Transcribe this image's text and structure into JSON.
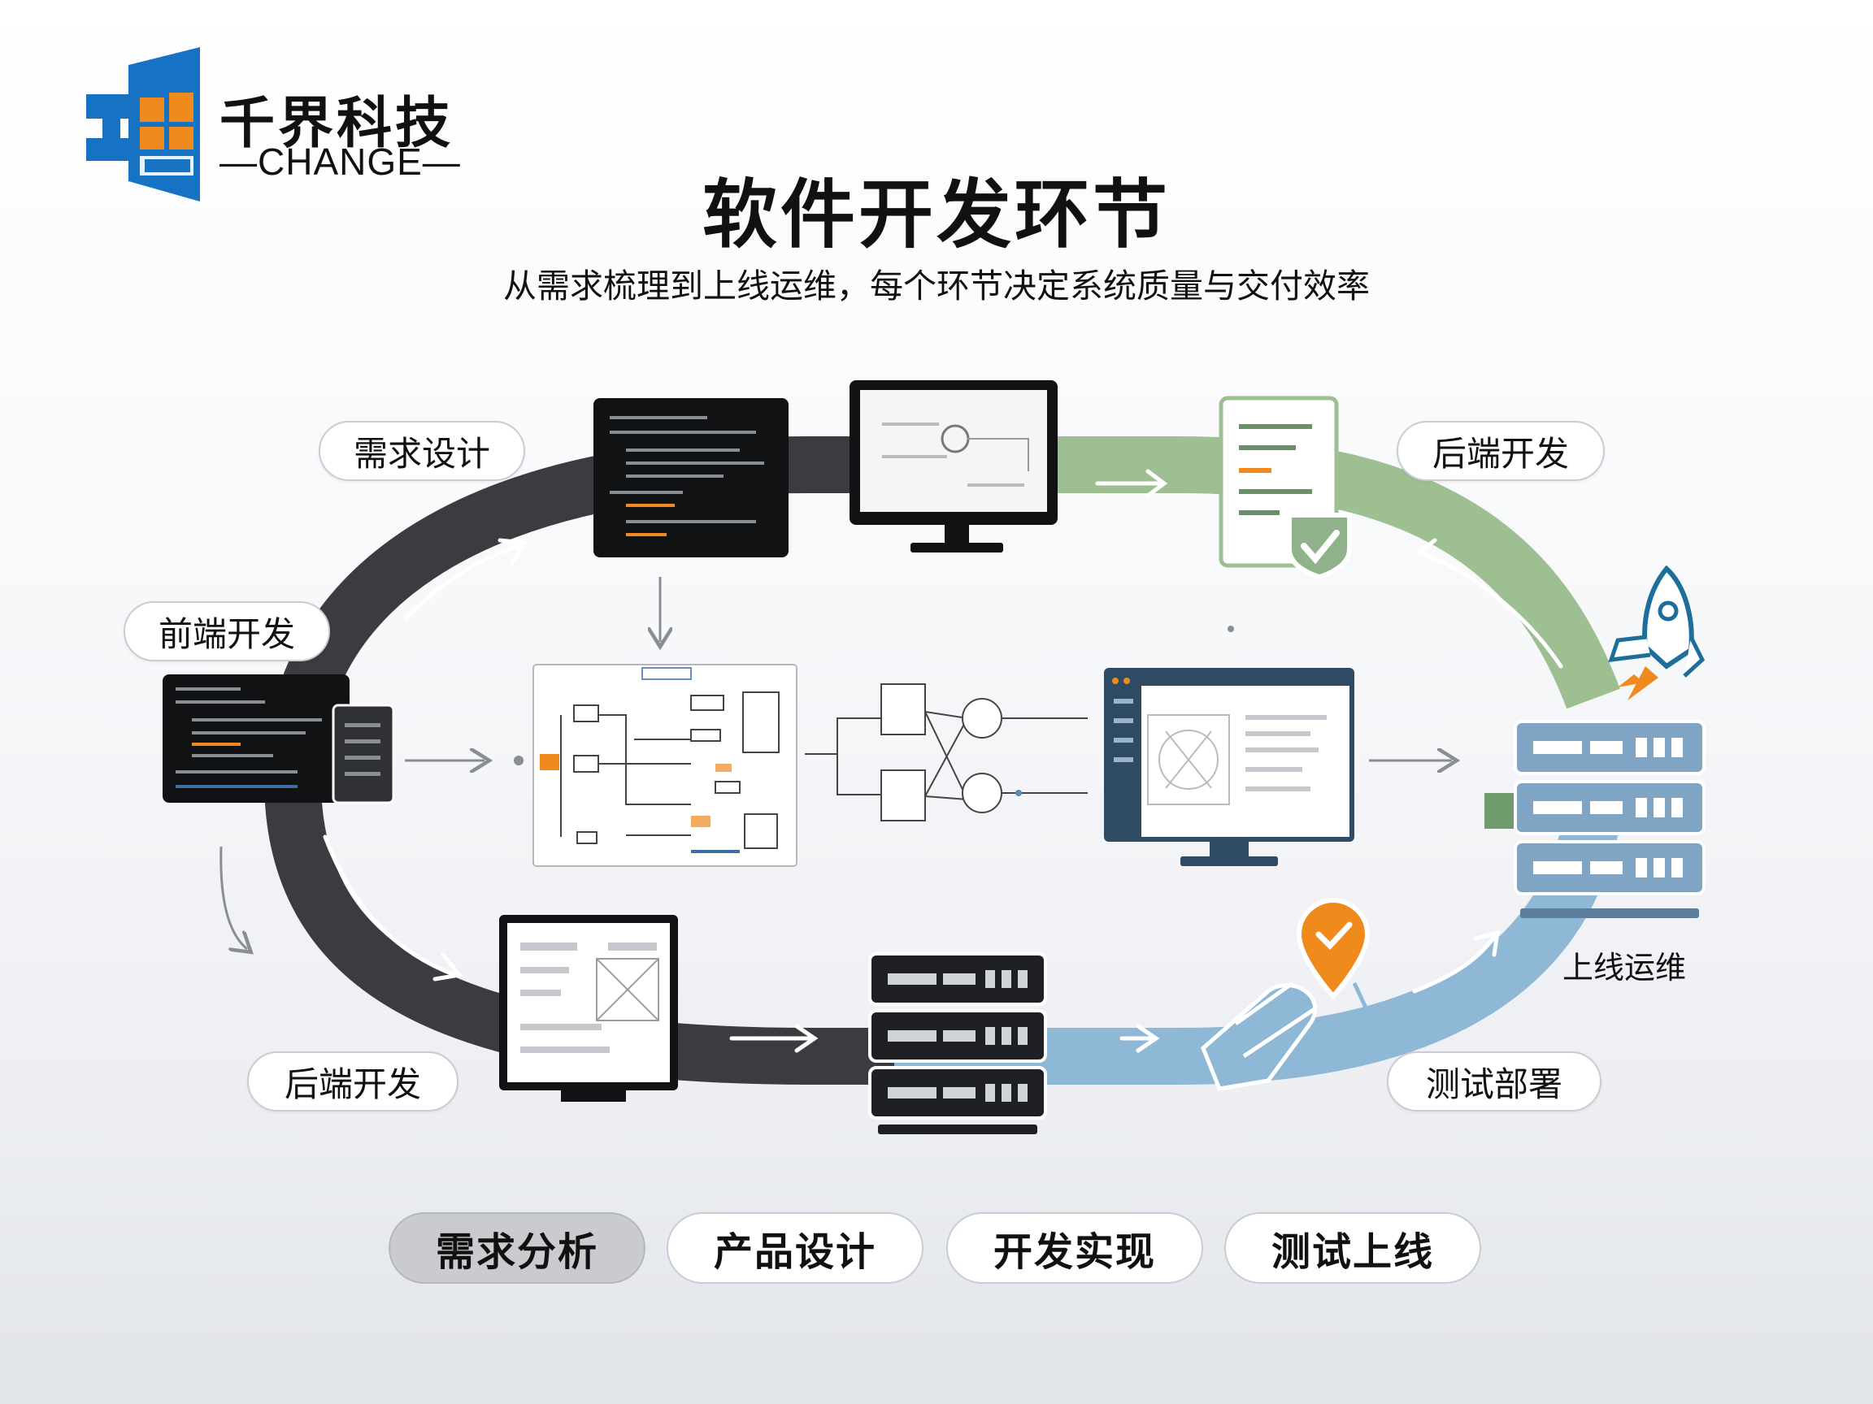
{
  "brand": {
    "name": "千界科技",
    "sub": "—CHANGE—",
    "colors": {
      "blue": "#1673c4",
      "orange": "#f08a1d"
    }
  },
  "title": "软件开发环节",
  "subtitle": "从需求梳理到上线运维，每个环节决定系统质量与交付效率",
  "stage_labels": {
    "needs_design": "需求设计",
    "frontend": "前端开发",
    "backend_left": "后端开发",
    "backend_right": "后端开发",
    "test_deploy": "测试部署",
    "ops": "上线运维"
  },
  "buttons": [
    {
      "label": "需求分析",
      "active": true
    },
    {
      "label": "产品设计",
      "active": false
    },
    {
      "label": "开发实现",
      "active": false
    },
    {
      "label": "测试上线",
      "active": false
    }
  ],
  "colors": {
    "dark_ring": "#3a3c40",
    "green_ring": "#9dbf92",
    "blue_ring": "#8fb8d6",
    "server_blue": "#7fa4c4",
    "accent_orange": "#f08a1d"
  }
}
